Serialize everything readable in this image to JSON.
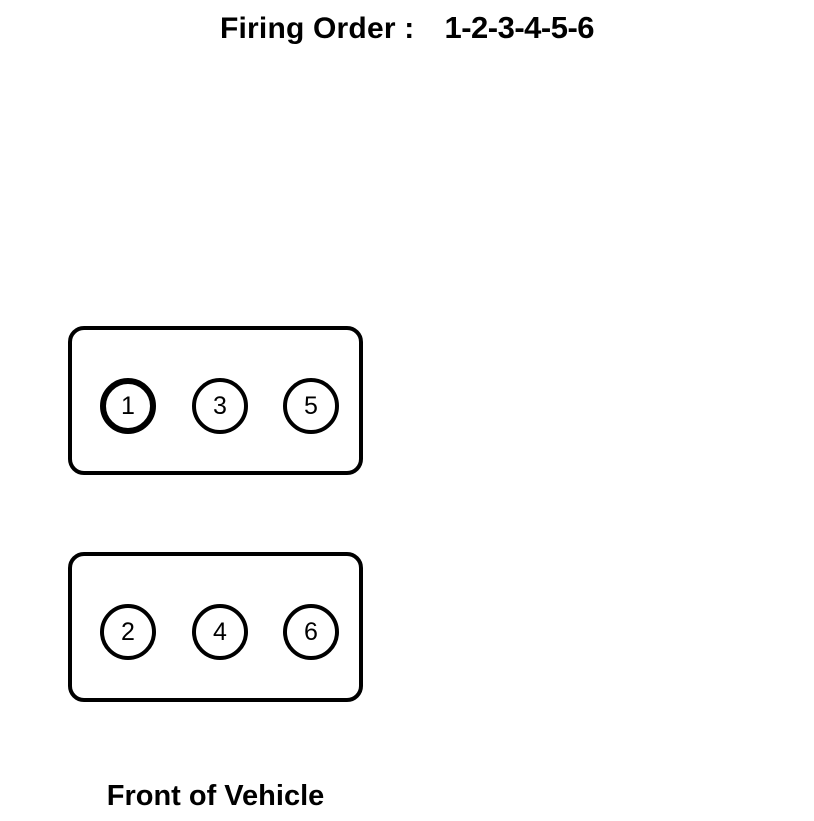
{
  "diagram": {
    "title": {
      "label": "Firing Order :",
      "sequence": "1-2-3-4-5-6"
    },
    "caption": "Front of Vehicle",
    "colors": {
      "background": "#ffffff",
      "stroke": "#000000",
      "text": "#000000"
    },
    "banks": [
      {
        "name": "bank-top",
        "cylinders": [
          {
            "number": "1",
            "highlighted": true
          },
          {
            "number": "3",
            "highlighted": false
          },
          {
            "number": "5",
            "highlighted": false
          }
        ]
      },
      {
        "name": "bank-bottom",
        "cylinders": [
          {
            "number": "2",
            "highlighted": false
          },
          {
            "number": "4",
            "highlighted": false
          },
          {
            "number": "6",
            "highlighted": false
          }
        ]
      }
    ]
  }
}
